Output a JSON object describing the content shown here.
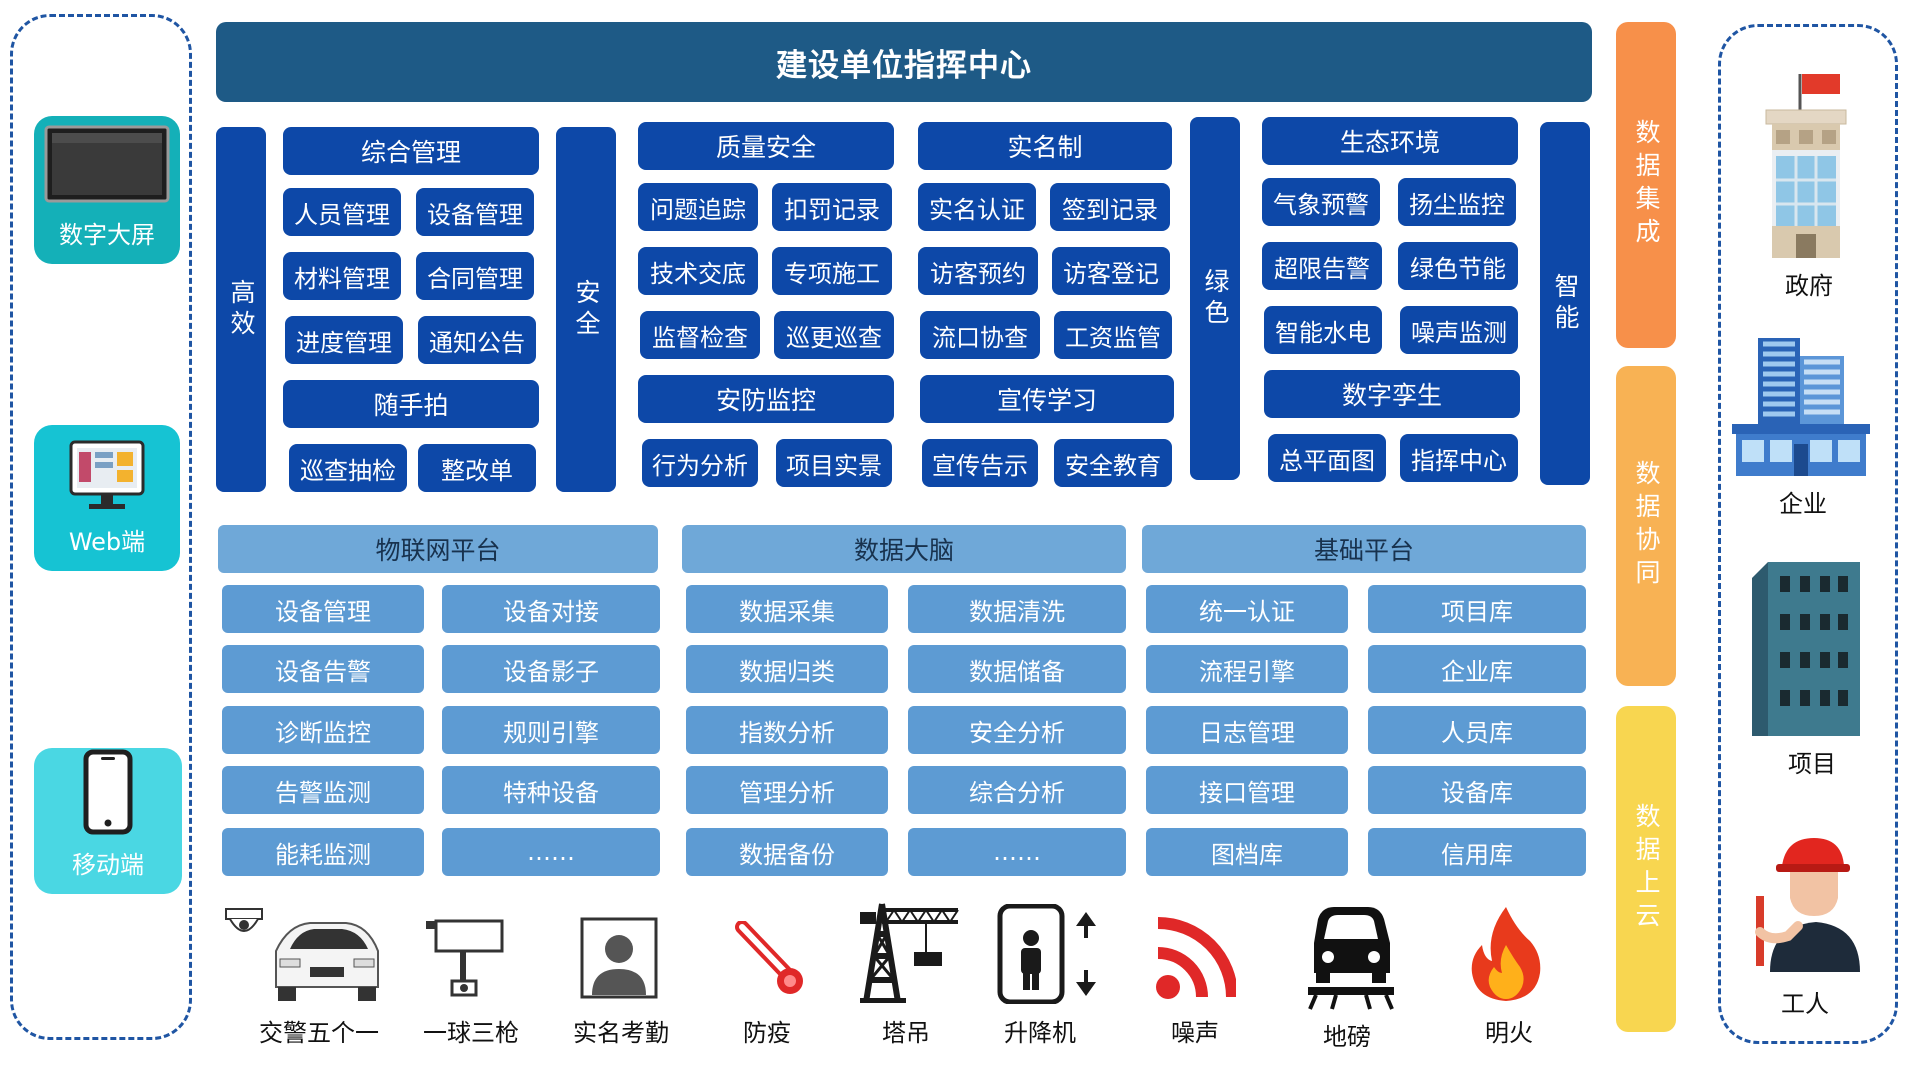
{
  "colors": {
    "title_bg": "#1e5a86",
    "module_blue": "#0d48a8",
    "platform_header": "#6fa8d8",
    "platform_cell": "#5d9bd3",
    "side_orange": "#f7904a",
    "side_light_orange": "#f8b254",
    "side_yellow": "#f8d650",
    "terminal_teal": "#14b0b8",
    "terminal_cyan": "#16c3d3",
    "terminal_light": "#4ad7e3",
    "dashed_border": "#1f55a3"
  },
  "terminals": [
    {
      "label": "数字大屏",
      "icon": "large-screen-icon"
    },
    {
      "label": "Web端",
      "icon": "desktop-monitor-icon"
    },
    {
      "label": "移动端",
      "icon": "mobile-phone-icon"
    }
  ],
  "title": "建设单位指挥中心",
  "modules": {
    "efficient": {
      "category": "高效",
      "sections": [
        {
          "header": "综合管理",
          "items": [
            "人员管理",
            "设备管理",
            "材料管理",
            "合同管理",
            "进度管理",
            "通知公告"
          ]
        },
        {
          "header": "随手拍",
          "items": [
            "巡查抽检",
            "整改单"
          ]
        }
      ]
    },
    "safety": {
      "category": "安全",
      "sections": [
        {
          "header": "质量安全",
          "items": [
            "问题追踪",
            "扣罚记录",
            "技术交底",
            "专项施工",
            "监督检查",
            "巡更巡查"
          ]
        },
        {
          "header": "安防监控",
          "items": [
            "行为分析",
            "项目实景"
          ]
        }
      ],
      "sections2": [
        {
          "header": "实名制",
          "items": [
            "实名认证",
            "签到记录",
            "访客预约",
            "访客登记",
            "流口协查",
            "工资监管"
          ]
        },
        {
          "header": "宣传学习",
          "items": [
            "宣传告示",
            "安全教育"
          ]
        }
      ]
    },
    "green": {
      "category": "绿色",
      "sections": [
        {
          "header": "生态环境",
          "items": [
            "气象预警",
            "扬尘监控",
            "超限告警",
            "绿色节能",
            "智能水电",
            "噪声监测"
          ]
        },
        {
          "header": "数字孪生",
          "items": [
            "总平面图",
            "指挥中心"
          ]
        }
      ]
    },
    "smart": {
      "category": "智能"
    }
  },
  "platforms": [
    {
      "header": "物联网平台",
      "items": [
        "设备管理",
        "设备对接",
        "设备告警",
        "设备影子",
        "诊断监控",
        "规则引擎",
        "告警监测",
        "特种设备",
        "能耗监测",
        "……"
      ]
    },
    {
      "header": "数据大脑",
      "items": [
        "数据采集",
        "数据清洗",
        "数据归类",
        "数据储备",
        "指数分析",
        "安全分析",
        "管理分析",
        "综合分析",
        "数据备份",
        "……"
      ]
    },
    {
      "header": "基础平台",
      "items": [
        "统一认证",
        "项目库",
        "流程引擎",
        "企业库",
        "日志管理",
        "人员库",
        "接口管理",
        "设备库",
        "图档库",
        "信用库"
      ]
    }
  ],
  "devices": [
    {
      "label": "交警五个一",
      "icon": "camera-car-icon"
    },
    {
      "label": "一球三枪",
      "icon": "surveillance-camera-icon"
    },
    {
      "label": "实名考勤",
      "icon": "person-id-icon"
    },
    {
      "label": "防疫",
      "icon": "thermometer-icon"
    },
    {
      "label": "塔吊",
      "icon": "tower-crane-icon"
    },
    {
      "label": "升降机",
      "icon": "elevator-icon"
    },
    {
      "label": "噪声",
      "icon": "noise-wave-icon"
    },
    {
      "label": "地磅",
      "icon": "weighbridge-truck-icon"
    },
    {
      "label": "明火",
      "icon": "fire-icon"
    }
  ],
  "side_bars": [
    {
      "label": "数据集成"
    },
    {
      "label": "数据协同"
    },
    {
      "label": "数据上云"
    }
  ],
  "entities": [
    {
      "label": "政府",
      "icon": "government-building-icon"
    },
    {
      "label": "企业",
      "icon": "enterprise-building-icon"
    },
    {
      "label": "项目",
      "icon": "project-building-icon"
    },
    {
      "label": "工人",
      "icon": "worker-helmet-icon"
    }
  ]
}
